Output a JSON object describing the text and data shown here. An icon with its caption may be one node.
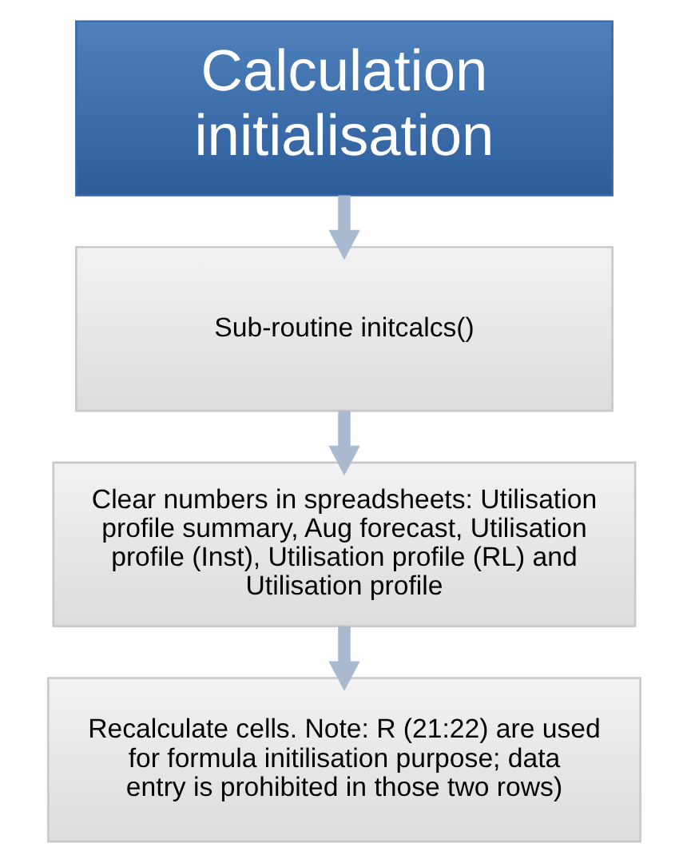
{
  "diagram": {
    "nodes": [
      {
        "text": [
          "Calculation initialisation"
        ]
      },
      {
        "text": [
          "Sub-routine initcalcs()"
        ]
      },
      {
        "text": [
          "Clear numbers in spreadsheets: Utilisation profile summary, Aug forecast, Utilisation profile (Inst), Utilisation profile (RL) and Utilisation profile"
        ]
      },
      {
        "text": [
          "Recalculate cells. Note: R (21:22) are used for formula initilisation purpose; data entry is prohibited in those two rows)"
        ]
      }
    ],
    "edges": [
      {
        "from": 0,
        "to": 1,
        "arrow": "to"
      },
      {
        "from": 1,
        "to": 2,
        "arrow": "to"
      },
      {
        "from": 2,
        "to": 3,
        "arrow": "to"
      }
    ]
  }
}
